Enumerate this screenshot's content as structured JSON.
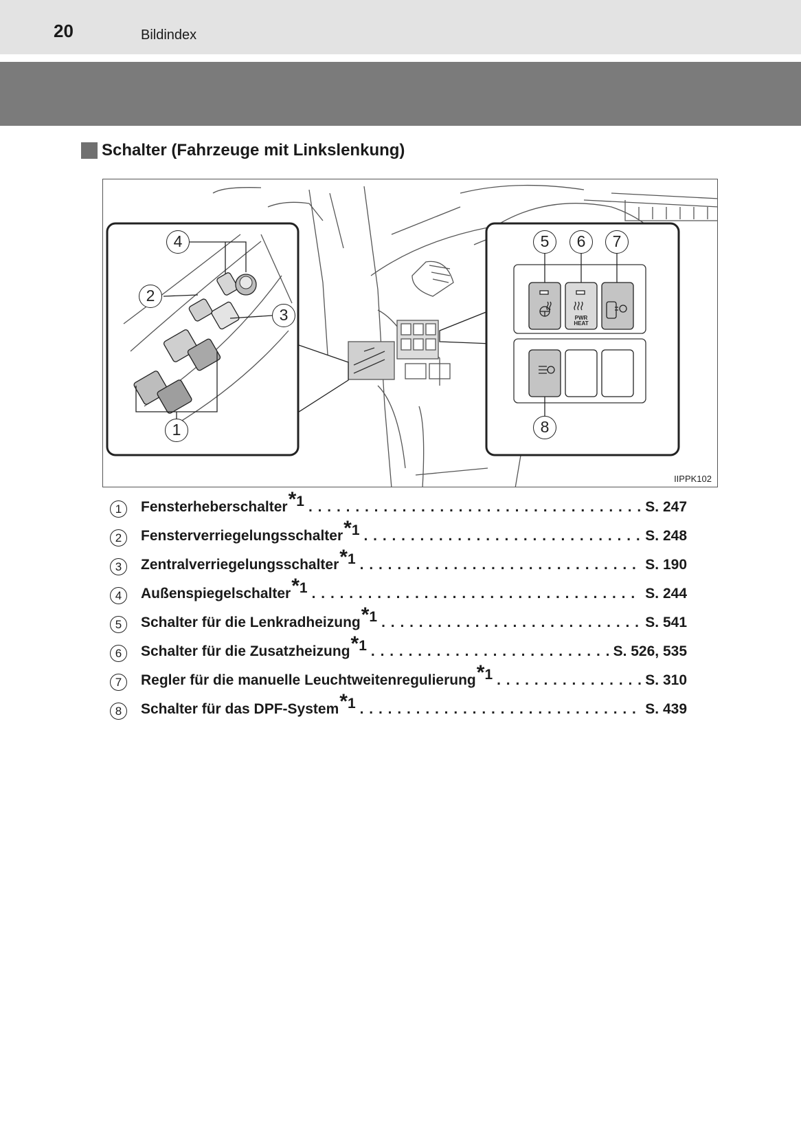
{
  "header": {
    "page_number": "20",
    "section": "Bildindex"
  },
  "heading": "Schalter (Fahrzeuge mit Linkslenkung)",
  "figure": {
    "code": "IIPPK102",
    "callouts": [
      "1",
      "2",
      "3",
      "4",
      "5",
      "6",
      "7",
      "8"
    ],
    "button_labels": {
      "pwr_heat_top": "PWR",
      "pwr_heat_bottom": "HEAT"
    }
  },
  "items": [
    {
      "num": "1",
      "label": "Fensterheberschalter",
      "sup": "1",
      "page": "S. 247"
    },
    {
      "num": "2",
      "label": "Fensterverriegelungsschalter",
      "sup": "1",
      "page": "S. 248"
    },
    {
      "num": "3",
      "label": "Zentralverriegelungsschalter",
      "sup": "1",
      "page": "S. 190"
    },
    {
      "num": "4",
      "label": "Außenspiegelschalter",
      "sup": "1",
      "page": "S. 244"
    },
    {
      "num": "5",
      "label": "Schalter für die Lenkradheizung",
      "sup": "1",
      "page": "S. 541"
    },
    {
      "num": "6",
      "label": "Schalter für die Zusatzheizung",
      "sup": "1",
      "page": "S. 526, 535"
    },
    {
      "num": "7",
      "label": "Regler für die manuelle Leuchtweitenregulierung",
      "sup": "1",
      "page": "S. 310"
    },
    {
      "num": "8",
      "label": "Schalter für das DPF-System",
      "sup": "1",
      "page": "S. 439"
    }
  ]
}
